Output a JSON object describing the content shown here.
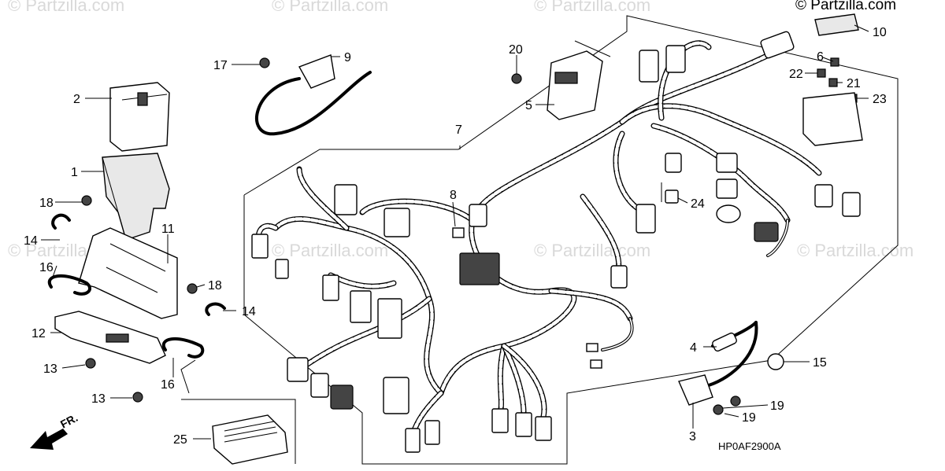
{
  "watermark_text": "© Partzilla.com",
  "copyright": "© Partzilla.com",
  "drawing_code": "HP0AF2900A",
  "direction_label": "FR.",
  "callouts": [
    "1",
    "2",
    "3",
    "4",
    "5",
    "6",
    "7",
    "8",
    "9",
    "10",
    "11",
    "12",
    "13",
    "13",
    "14",
    "14",
    "15",
    "16",
    "16",
    "17",
    "18",
    "18",
    "19",
    "19",
    "20",
    "21",
    "22",
    "23",
    "24",
    "25"
  ]
}
